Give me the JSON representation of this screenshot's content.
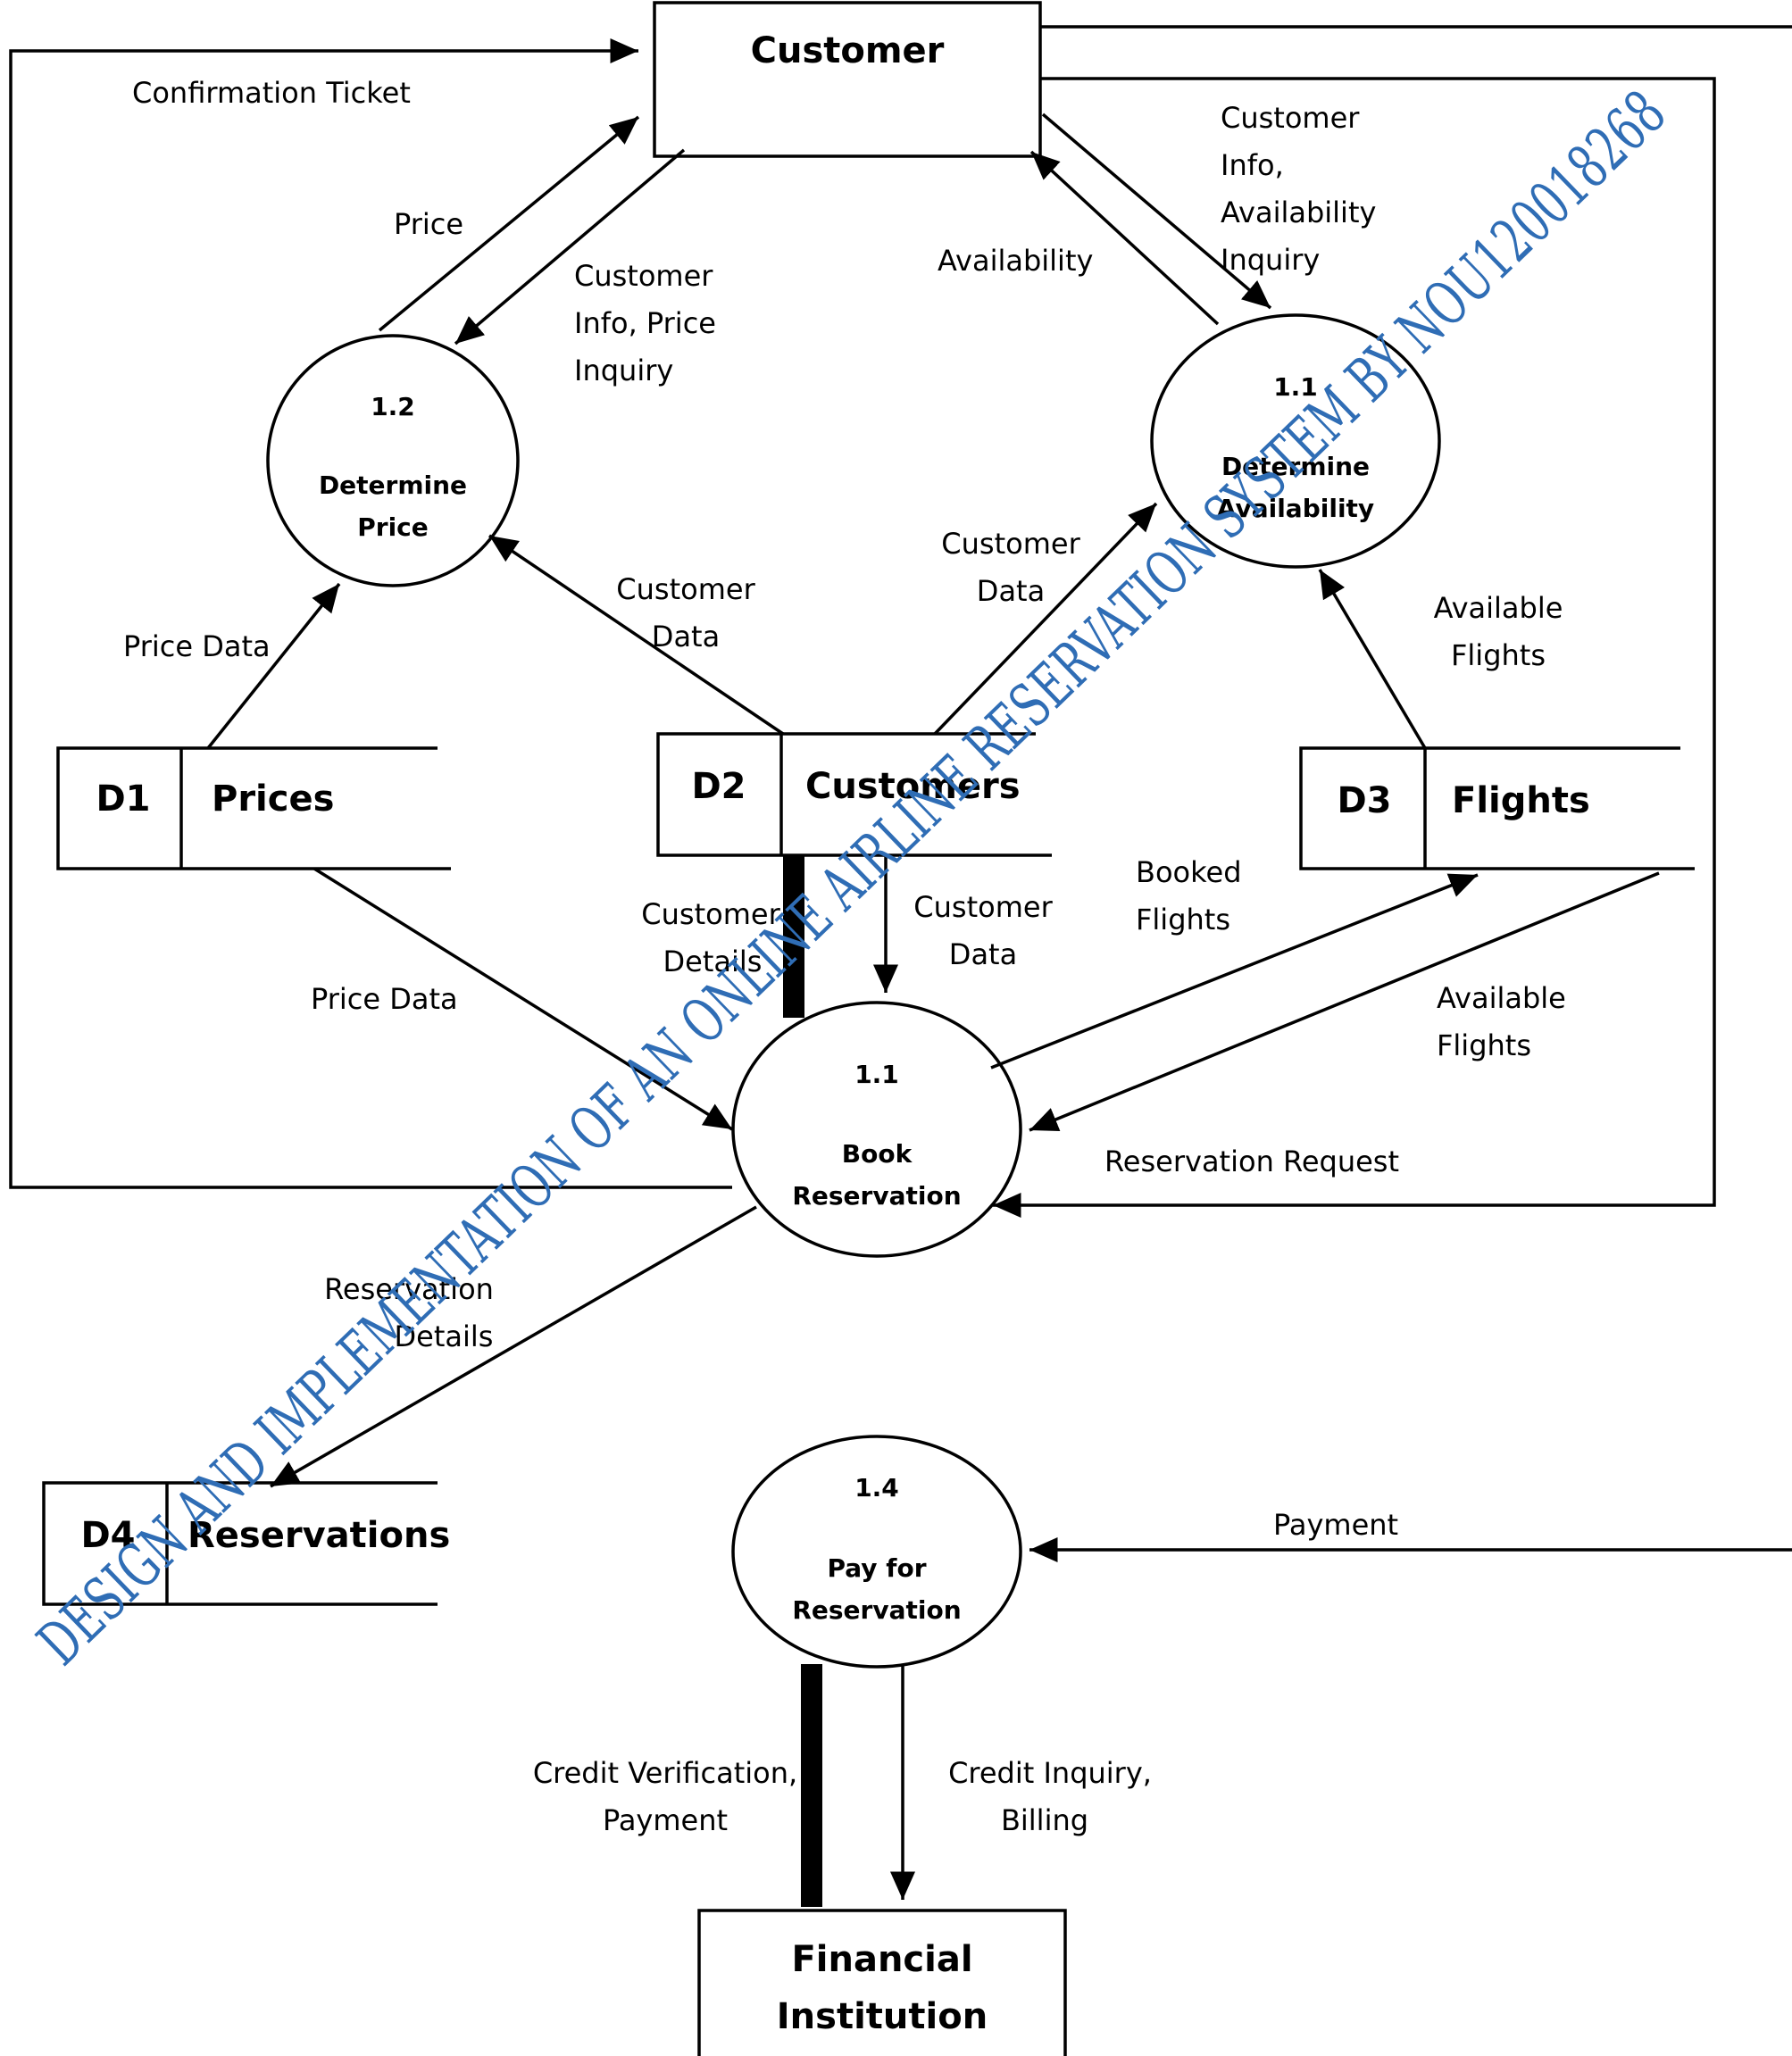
{
  "diagram": {
    "entities": {
      "customer": "Customer",
      "financial_line1": "Financial",
      "financial_line2": "Institution"
    },
    "processes": {
      "determine_price": {
        "id": "1.2",
        "line1": "Determine",
        "line2": "Price"
      },
      "determine_availability": {
        "id": "1.1",
        "line1": "Determine",
        "line2": "Availability"
      },
      "book_reservation": {
        "id": "1.1",
        "line1": "Book",
        "line2": "Reservation"
      },
      "pay_reservation": {
        "id": "1.4",
        "line1": "Pay for",
        "line2": "Reservation"
      }
    },
    "stores": {
      "prices": {
        "id": "D1",
        "name": "Prices"
      },
      "customers": {
        "id": "D2",
        "name": "Customers"
      },
      "flights": {
        "id": "D3",
        "name": "Flights"
      },
      "reservations": {
        "id": "D4",
        "name": "Reservations"
      }
    },
    "flows": {
      "confirmation_ticket": "Confirmation Ticket",
      "price": "Price",
      "price_inquiry": [
        "Customer",
        "Info, Price",
        "Inquiry"
      ],
      "availability": "Availability",
      "availability_inquiry": [
        "Customer",
        "Info,",
        "Availability",
        "Inquiry"
      ],
      "price_data_top": "Price Data",
      "customer_data_left": [
        "Customer",
        "Data"
      ],
      "customer_data_right": [
        "Customer",
        "Data"
      ],
      "available_flights_top": [
        "Available",
        "Flights"
      ],
      "customer_details": [
        "Customer",
        "Details"
      ],
      "customer_data_down": [
        "Customer",
        "Data"
      ],
      "booked_flights": [
        "Booked",
        "Flights"
      ],
      "price_data_bottom": "Price Data",
      "available_flights_bottom": [
        "Available",
        "Flights"
      ],
      "reservation_request": "Reservation Request",
      "reservation_details": [
        "Reservation",
        "Details"
      ],
      "payment": "Payment",
      "credit_verification": [
        "Credit Verification,",
        "Payment"
      ],
      "credit_inquiry": [
        "Credit Inquiry,",
        "Billing"
      ]
    },
    "watermark": "DESIGN AND IMPLEMENTATION OF AN ONLINE AIRLINE RESERVATION SYSTEM BY NOU120018268",
    "watermark_color": "#2f6db5"
  }
}
